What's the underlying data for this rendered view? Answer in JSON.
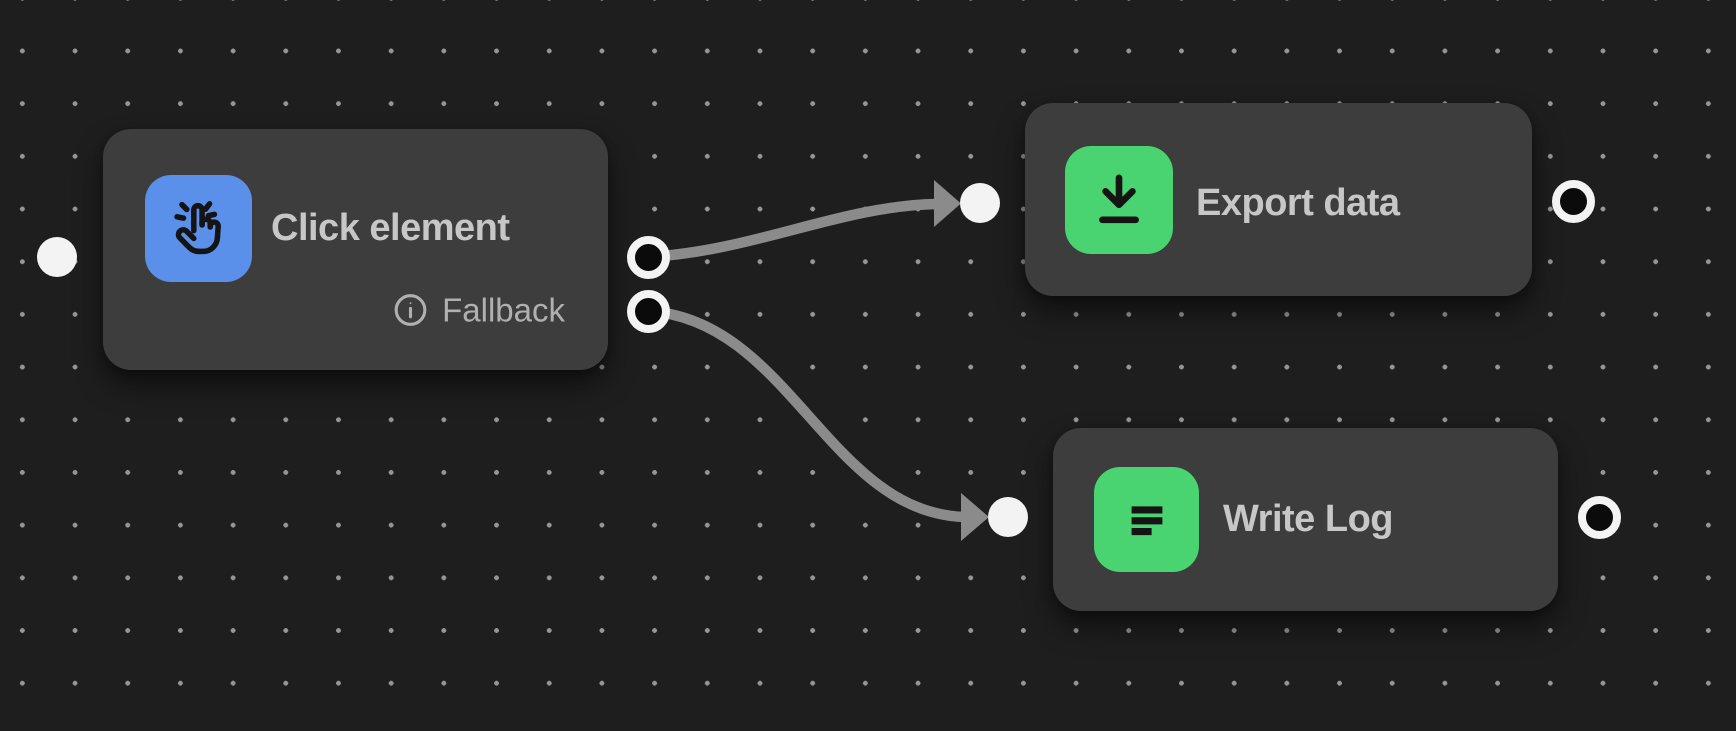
{
  "canvas": {
    "background": "#1e1e1f",
    "dot_color": "#969696"
  },
  "colors": {
    "node_background": "#3d3d3d",
    "title_text": "#c7c7c7",
    "badge_text": "#b0b0b0",
    "edge_gray": "#8b8b8b",
    "port_white": "#f3f3f3",
    "port_black": "#0b0b0b",
    "blue_icon_background": "#5a90ea",
    "green_icon_background": "#4ad471",
    "icon_glyph": "#141414"
  },
  "nodes": [
    {
      "title": "Click element",
      "icon": "hand-tap-icon",
      "badge": {
        "icon": "info-icon",
        "label": "Fallback"
      }
    },
    {
      "title": "Export data",
      "icon": "download-icon"
    },
    {
      "title": "Write Log",
      "icon": "text-align-left-icon"
    }
  ],
  "edges": [
    {
      "from": "click-element:output-1",
      "to": "export-data:input"
    },
    {
      "from": "click-element:output-2",
      "to": "write-log:input"
    }
  ]
}
